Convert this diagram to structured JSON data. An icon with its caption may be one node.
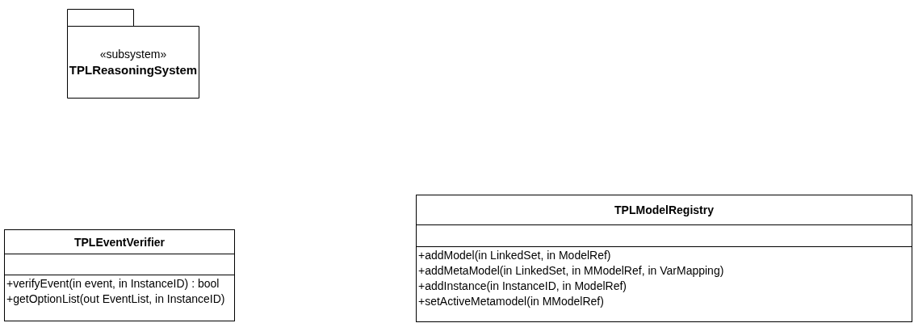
{
  "diagram": {
    "nodes": [
      {
        "text": [
          "«subsystem»",
          "TPLReasoningSystem"
        ]
      },
      {
        "text": [
          "TPLEventVerifier",
          "+verifyEvent(in event, in InstanceID) : bool",
          "+getOptionList(out EventList, in InstanceID)"
        ]
      },
      {
        "text": [
          "TPLModelRegistry",
          "+addModel(in LinkedSet, in ModelRef)",
          "+addMetaModel(in LinkedSet, in MModelRef, in VarMapping)",
          "+addInstance(in InstanceID, in ModelRef)",
          "+setActiveMetamodel(in MModelRef)"
        ]
      }
    ]
  }
}
